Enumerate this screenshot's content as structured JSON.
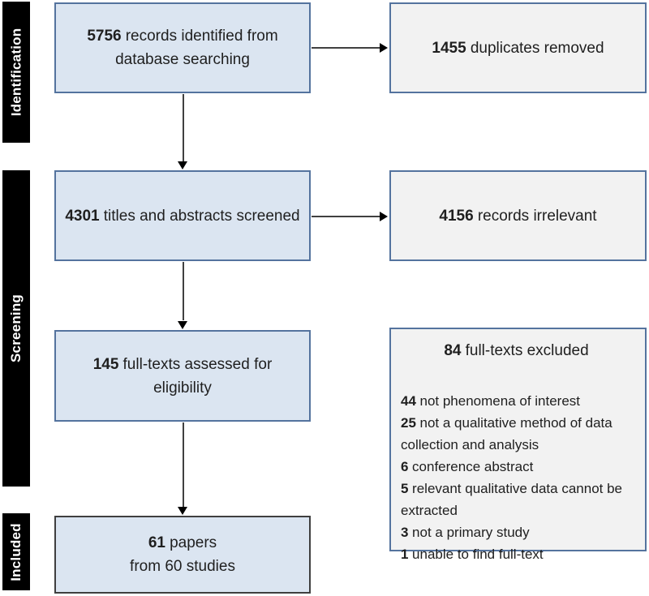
{
  "colors": {
    "main_box_fill": "#dbe5f1",
    "main_box_border": "#54739e",
    "side_box_fill": "#f2f2f2",
    "side_box_border": "#54739e",
    "final_box_border": "#3f3f3f",
    "bar_bg": "#000000",
    "bar_text": "#ffffff",
    "arrow": "#404040",
    "arrow_head": "#000000"
  },
  "stages": {
    "identification": "Identification",
    "screening": "Screening",
    "included": "Included"
  },
  "boxes": {
    "records_identified": {
      "count": "5756",
      "label": "records identified from database searching"
    },
    "duplicates_removed": {
      "count": "1455",
      "label": "duplicates removed"
    },
    "titles_screened": {
      "count": "4301",
      "label": "titles and abstracts screened"
    },
    "records_irrelevant": {
      "count": "4156",
      "label": "records irrelevant"
    },
    "fulltexts_assessed": {
      "count": "145",
      "label": "full-texts assessed for eligibility"
    },
    "fulltexts_excluded": {
      "count": "84",
      "label": "full-texts excluded",
      "reasons": [
        {
          "count": "44",
          "label": "not phenomena of interest"
        },
        {
          "count": "25",
          "label": "not a qualitative method of data collection and analysis"
        },
        {
          "count": "6",
          "label": "conference abstract"
        },
        {
          "count": "5",
          "label": "relevant qualitative data cannot be extracted"
        },
        {
          "count": "3",
          "label": "not a primary study"
        },
        {
          "count": "1",
          "label": "unable to find full-text"
        }
      ]
    },
    "included_papers": {
      "count": "61",
      "label": "papers",
      "line2": "from 60 studies"
    }
  }
}
